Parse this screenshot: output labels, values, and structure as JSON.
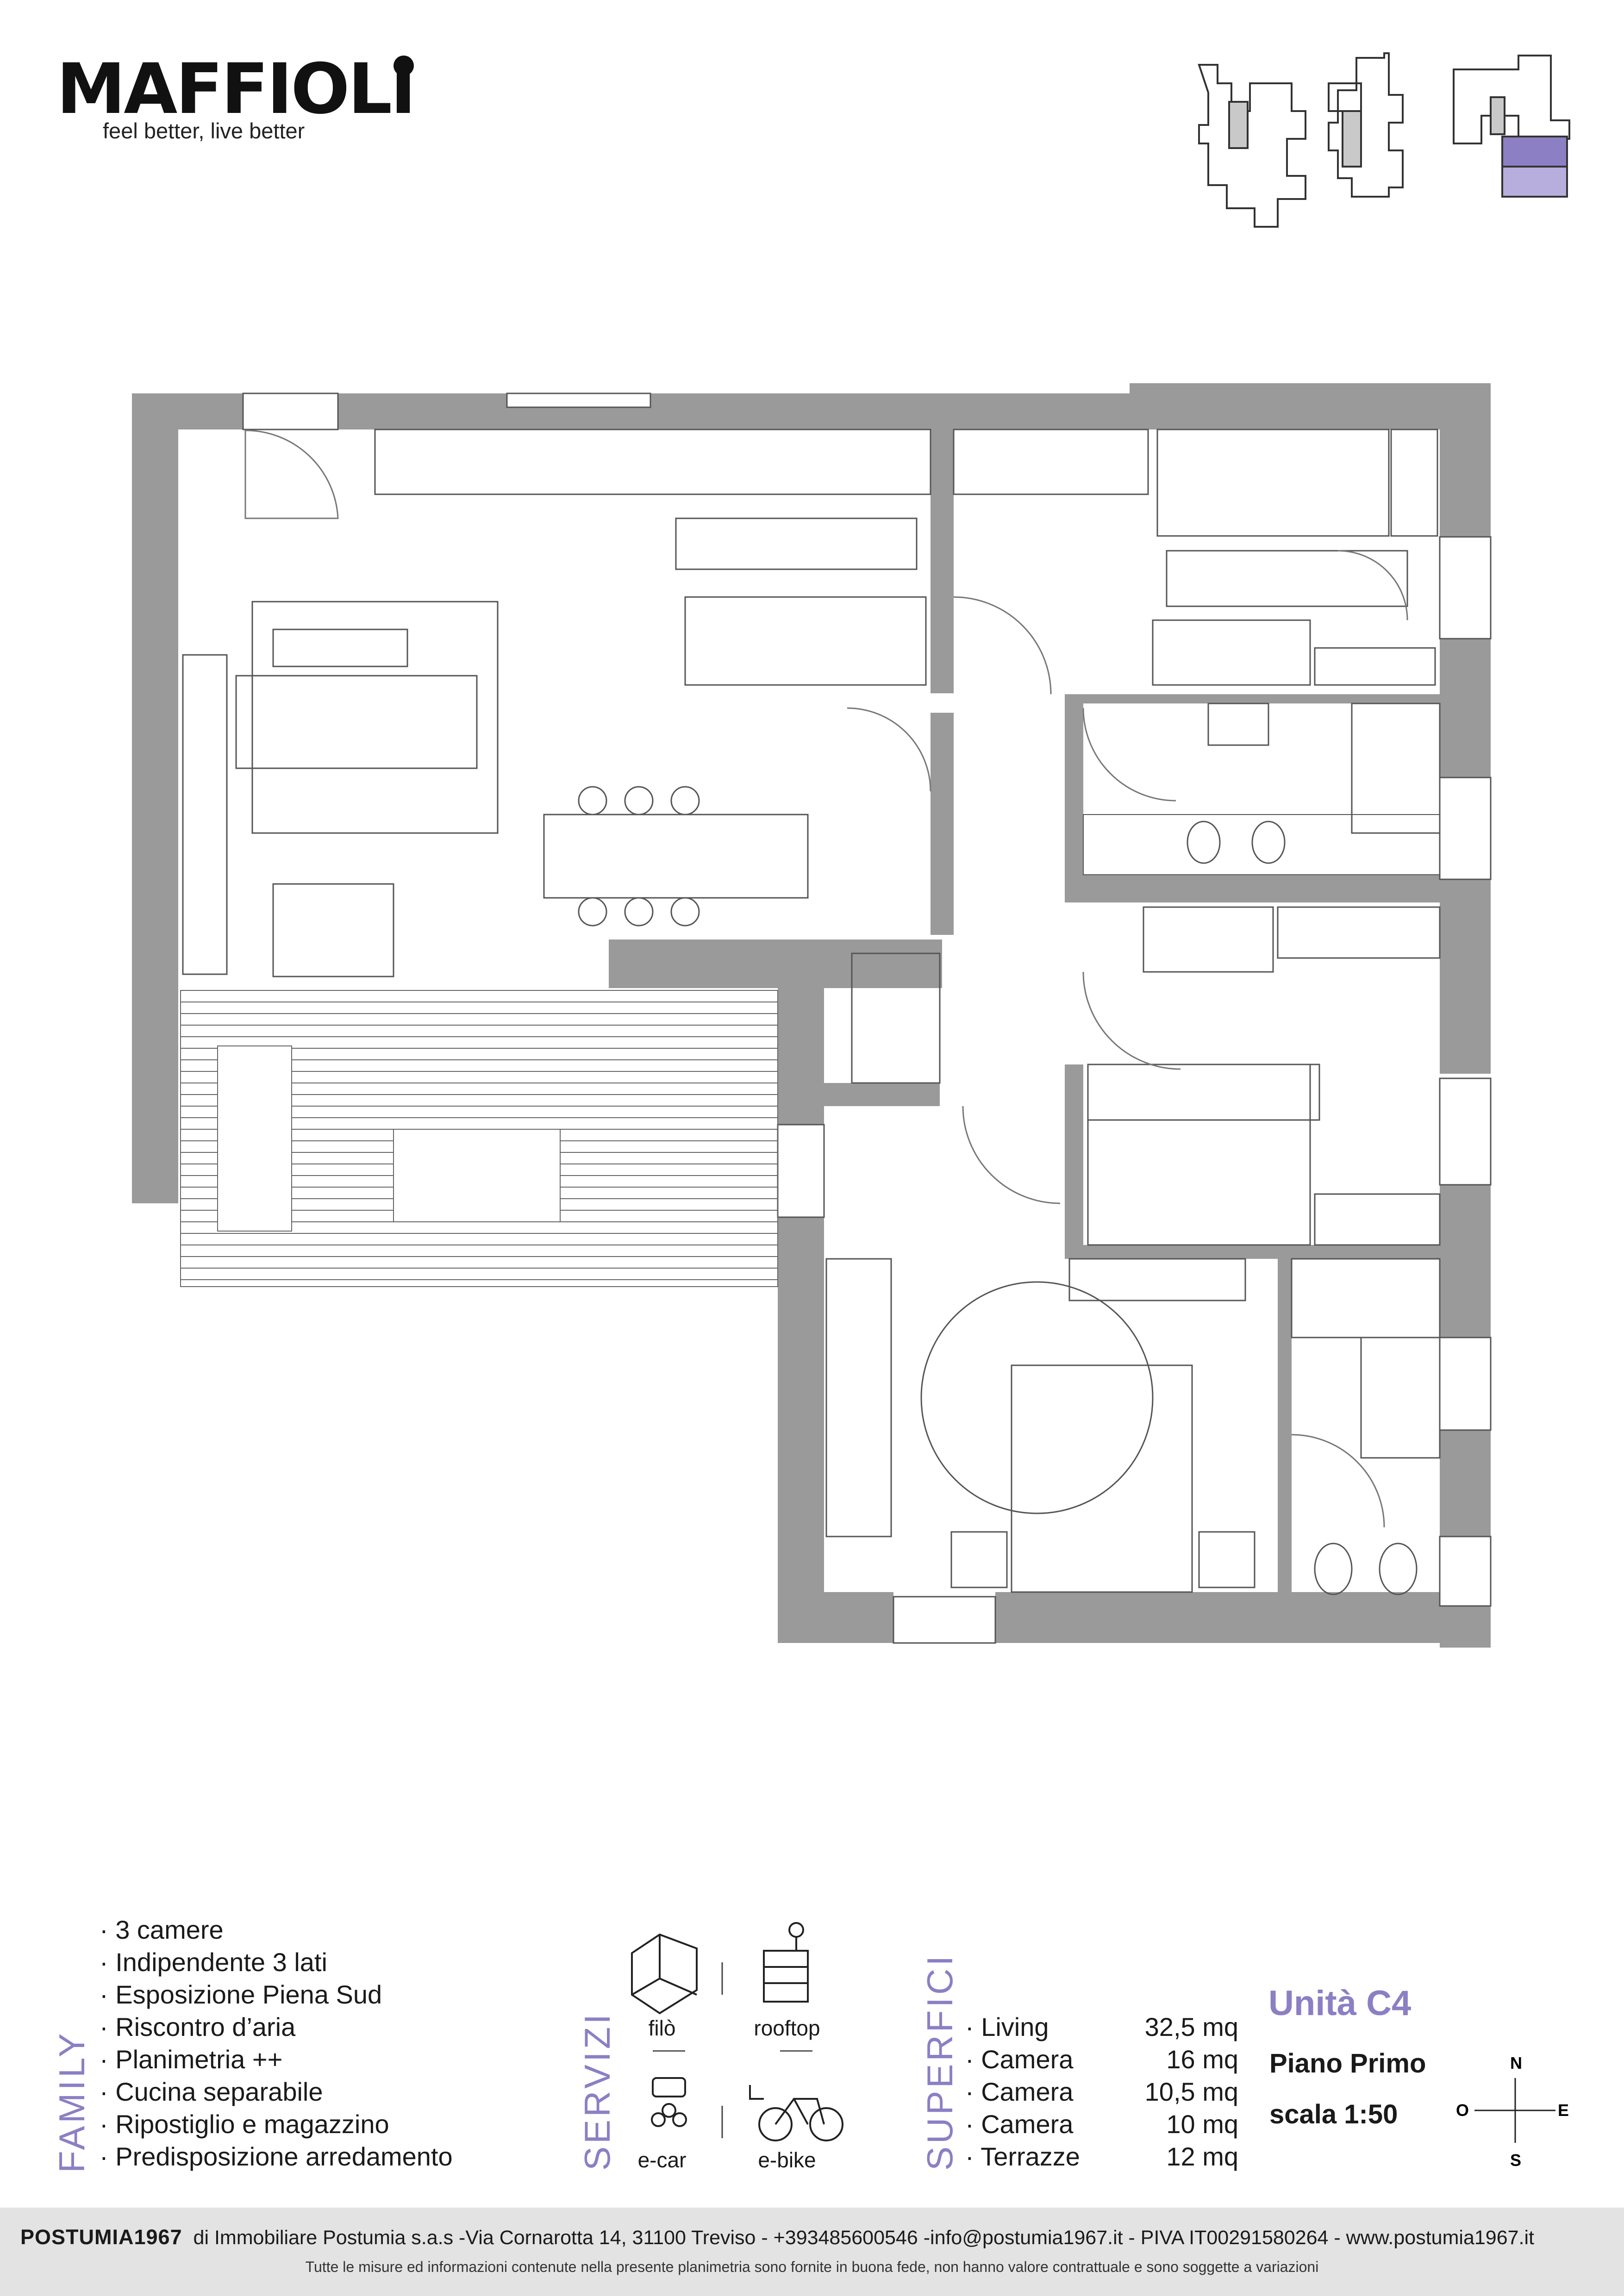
{
  "brand": {
    "logo": "MAFFIOLI",
    "tagline": "feel better, live better"
  },
  "features": {
    "label": "FAMILY",
    "items": [
      "3 camere",
      "Indipendente 3 lati",
      "Esposizione Piena Sud",
      "Riscontro d’aria",
      "Planimetria ++",
      "Cucina separabile",
      "Ripostiglio e magazzino",
      "Predisposizione arredamento"
    ]
  },
  "services": {
    "label": "SERVIZI",
    "items": [
      {
        "name": "filò",
        "icon": "building-cube-icon"
      },
      {
        "name": "rooftop",
        "icon": "rooftop-icon"
      },
      {
        "name": "e-car",
        "icon": "e-car-icon"
      },
      {
        "name": "e-bike",
        "icon": "e-bike-icon"
      }
    ]
  },
  "surfaces": {
    "label": "SUPERFICI",
    "rows": [
      {
        "name": "Living",
        "value": "32,5 mq"
      },
      {
        "name": "Camera",
        "value": "16 mq"
      },
      {
        "name": "Camera",
        "value": "10,5 mq"
      },
      {
        "name": "Camera",
        "value": "10 mq"
      },
      {
        "name": "Terrazze",
        "value": "12 mq"
      }
    ]
  },
  "unit": {
    "title": "Unità C4",
    "floor": "Piano Primo",
    "scale": "scala 1:50"
  },
  "compass": {
    "n": "N",
    "s": "S",
    "e": "E",
    "o": "O"
  },
  "footer": {
    "brand": "POSTUMIA1967",
    "line1": "di Immobiliare Postumia s.a.s -Via Cornarotta 14, 31100 Treviso - +393485600546 -info@postumia1967.it - PIVA IT00291580264 - www.postumia1967.it",
    "line2": "Tutte le misure ed informazioni contenute nella presente planimetria sono fornite in buona fede, non hanno valore contrattuale e sono soggette a variazioni"
  },
  "colors": {
    "wall": "#9a9a9a",
    "accent": "#8c7fc4",
    "footer_bg": "#e3e3e3"
  }
}
